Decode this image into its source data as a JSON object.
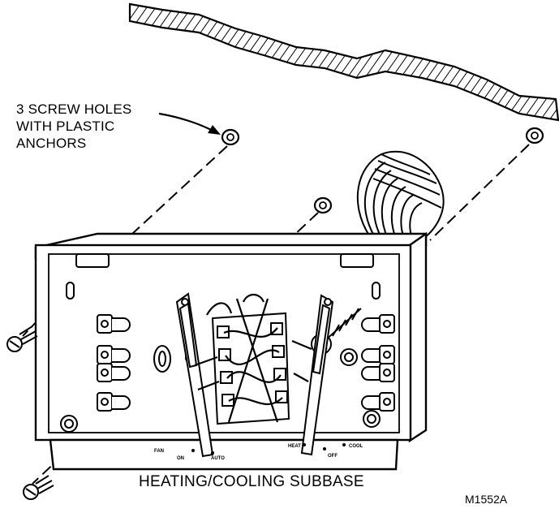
{
  "callout": {
    "lines": [
      "3 SCREW HOLES",
      "WITH PLASTIC",
      "ANCHORS"
    ]
  },
  "caption": "HEATING/COOLING SUBBASE",
  "figure_id": "M1552A",
  "switch_labels": {
    "fan": "FAN",
    "on": "ON",
    "auto": "AUTO",
    "heat": "HEAT",
    "off": "OFF",
    "cool": "COOL"
  }
}
